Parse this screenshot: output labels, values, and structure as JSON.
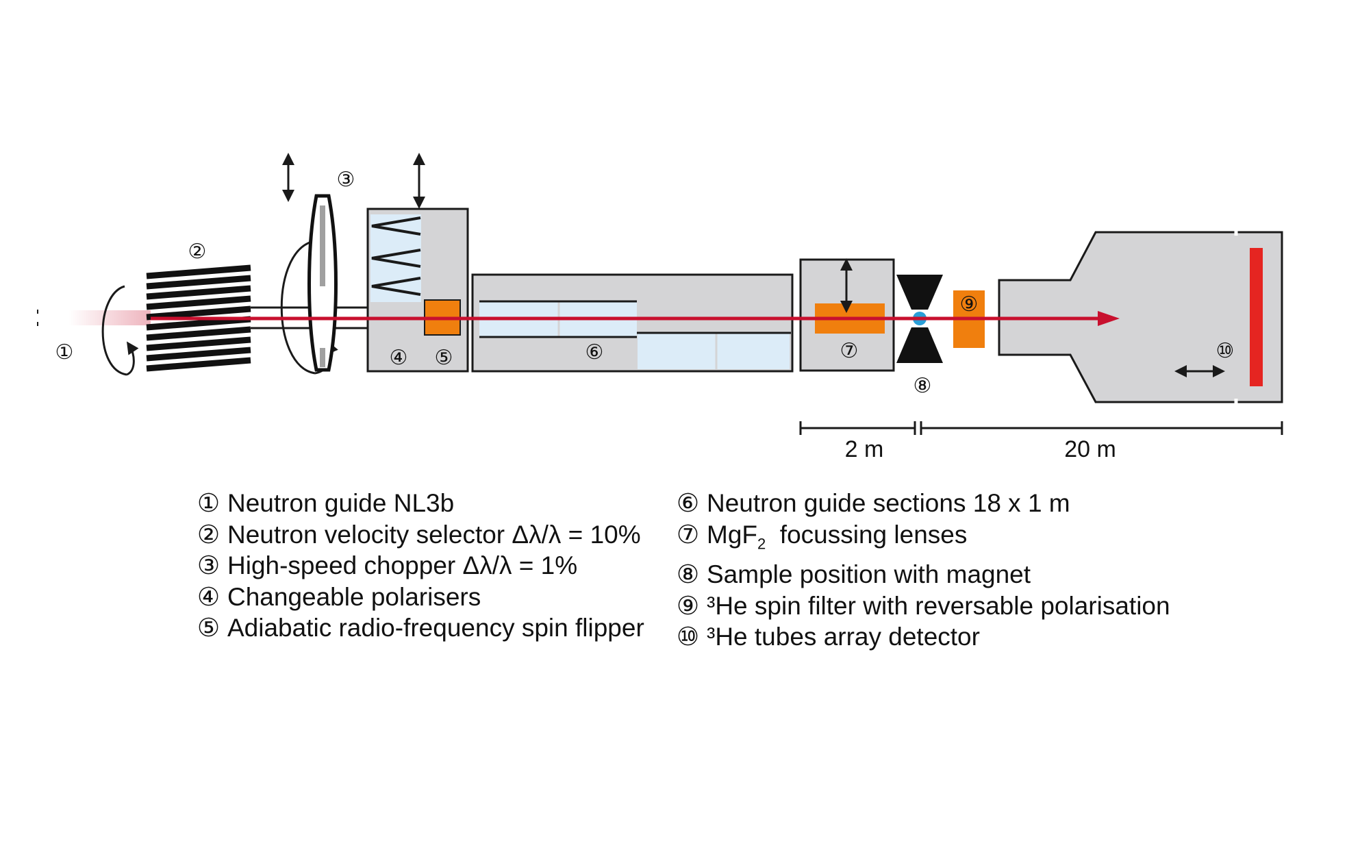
{
  "components": [
    {
      "num": "①",
      "text": "Neutron guide NL3b"
    },
    {
      "num": "②",
      "text": "Neutron velocity selector Δλ/λ = 10%"
    },
    {
      "num": "③",
      "text": "High-speed chopper Δλ/λ = 1%"
    },
    {
      "num": "④",
      "text": "Changeable polarisers"
    },
    {
      "num": "⑤",
      "text": "Adiabatic radio-frequency spin flipper"
    },
    {
      "num": "⑥",
      "text": "Neutron guide sections 18 x 1 m"
    },
    {
      "num": "⑦",
      "text_pre": "MgF",
      "text_sub": "2",
      "text_post": "  focussing lenses"
    },
    {
      "num": "⑧",
      "text": "Sample position with magnet"
    },
    {
      "num": "⑨",
      "text": "³He spin filter with reversable polarisation"
    },
    {
      "num": "⑩",
      "text": "³He tubes array detector"
    }
  ],
  "scale": {
    "short": "2 m",
    "long": "20 m"
  },
  "colors": {
    "beam": "#c8102e",
    "housing": "#d4d4d6",
    "guide_light": "#dcecf8",
    "orange": "#f07f0e",
    "detector": "#e52521",
    "sample": "#2a9fd8",
    "outline": "#1a1a1a"
  }
}
